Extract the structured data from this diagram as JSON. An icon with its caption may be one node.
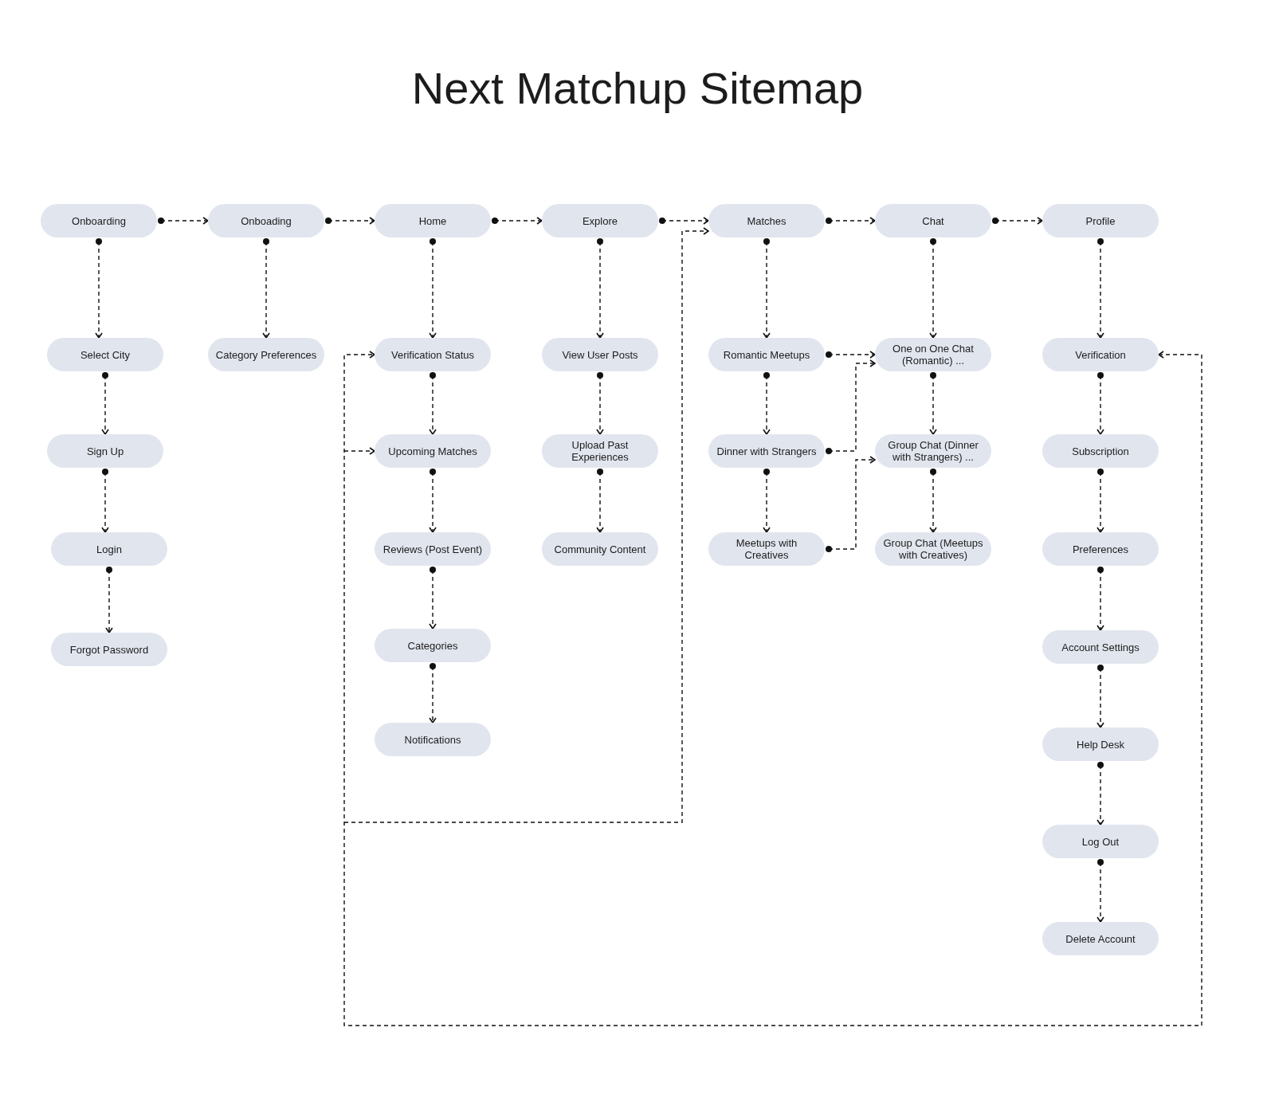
{
  "diagram": {
    "title": "Next Matchup Sitemap",
    "nodes": [
      {
        "text": [
          "Onboarding"
        ]
      },
      {
        "text": [
          "Onboading"
        ]
      },
      {
        "text": [
          "Home"
        ]
      },
      {
        "text": [
          "Explore"
        ]
      },
      {
        "text": [
          "Matches"
        ]
      },
      {
        "text": [
          "Chat"
        ]
      },
      {
        "text": [
          "Profile"
        ]
      },
      {
        "text": [
          "Select City"
        ]
      },
      {
        "text": [
          "Sign Up"
        ]
      },
      {
        "text": [
          "Login"
        ]
      },
      {
        "text": [
          "Forgot Password"
        ]
      },
      {
        "text": [
          "Category Preferences"
        ]
      },
      {
        "text": [
          "Verification Status"
        ]
      },
      {
        "text": [
          "Upcoming Matches"
        ]
      },
      {
        "text": [
          "Reviews (Post Event)"
        ]
      },
      {
        "text": [
          "Categories"
        ]
      },
      {
        "text": [
          "Notifications"
        ]
      },
      {
        "text": [
          "View User Posts"
        ]
      },
      {
        "text": [
          "Upload Past Experiences"
        ]
      },
      {
        "text": [
          "Community Content"
        ]
      },
      {
        "text": [
          "Romantic Meetups"
        ]
      },
      {
        "text": [
          "Dinner with Strangers"
        ]
      },
      {
        "text": [
          "Meetups with Creatives"
        ]
      },
      {
        "text": [
          "One on One Chat (Romantic) ..."
        ]
      },
      {
        "text": [
          "Group Chat (Dinner with Strangers) ..."
        ]
      },
      {
        "text": [
          "Group Chat (Meetups with Creatives)"
        ]
      },
      {
        "text": [
          "Verification"
        ]
      },
      {
        "text": [
          "Subscription"
        ]
      },
      {
        "text": [
          "Preferences"
        ]
      },
      {
        "text": [
          "Account Settings"
        ]
      },
      {
        "text": [
          "Help Desk"
        ]
      },
      {
        "text": [
          "Log Out"
        ]
      },
      {
        "text": [
          "Delete Account"
        ]
      }
    ],
    "edges": [
      {
        "from": 0,
        "to": 1,
        "arrow": "to"
      },
      {
        "from": 1,
        "to": 2,
        "arrow": "to"
      },
      {
        "from": 2,
        "to": 3,
        "arrow": "to"
      },
      {
        "from": 3,
        "to": 4,
        "arrow": "to"
      },
      {
        "from": 4,
        "to": 5,
        "arrow": "to"
      },
      {
        "from": 5,
        "to": 6,
        "arrow": "to"
      },
      {
        "from": 0,
        "to": 7,
        "arrow": "to"
      },
      {
        "from": 7,
        "to": 8,
        "arrow": "to"
      },
      {
        "from": 8,
        "to": 9,
        "arrow": "to"
      },
      {
        "from": 9,
        "to": 10,
        "arrow": "to"
      },
      {
        "from": 1,
        "to": 11,
        "arrow": "to"
      },
      {
        "from": 2,
        "to": 12,
        "arrow": "to"
      },
      {
        "from": 12,
        "to": 13,
        "arrow": "to"
      },
      {
        "from": 13,
        "to": 14,
        "arrow": "to"
      },
      {
        "from": 14,
        "to": 15,
        "arrow": "to"
      },
      {
        "from": 15,
        "to": 16,
        "arrow": "to"
      },
      {
        "from": 3,
        "to": 17,
        "arrow": "to"
      },
      {
        "from": 17,
        "to": 18,
        "arrow": "to"
      },
      {
        "from": 18,
        "to": 19,
        "arrow": "to"
      },
      {
        "from": 4,
        "to": 20,
        "arrow": "to"
      },
      {
        "from": 20,
        "to": 21,
        "arrow": "to"
      },
      {
        "from": 21,
        "to": 22,
        "arrow": "to"
      },
      {
        "from": 5,
        "to": 23,
        "arrow": "to"
      },
      {
        "from": 23,
        "to": 24,
        "arrow": "to"
      },
      {
        "from": 24,
        "to": 25,
        "arrow": "to"
      },
      {
        "from": 6,
        "to": 26,
        "arrow": "to"
      },
      {
        "from": 26,
        "to": 27,
        "arrow": "to"
      },
      {
        "from": 27,
        "to": 28,
        "arrow": "to"
      },
      {
        "from": 28,
        "to": 29,
        "arrow": "to"
      },
      {
        "from": 29,
        "to": 30,
        "arrow": "to"
      },
      {
        "from": 30,
        "to": 31,
        "arrow": "to"
      },
      {
        "from": 31,
        "to": 32,
        "arrow": "to"
      },
      {
        "from": 20,
        "to": 23,
        "arrow": "to"
      },
      {
        "from": 21,
        "to": 23,
        "arrow": "to"
      },
      {
        "from": 22,
        "to": 24,
        "arrow": "to"
      },
      {
        "from": 26,
        "to": 12,
        "arrow": "both"
      },
      {
        "from": null,
        "to": 13,
        "arrow": "to"
      },
      {
        "from": null,
        "to": 4,
        "arrow": "to"
      }
    ]
  }
}
